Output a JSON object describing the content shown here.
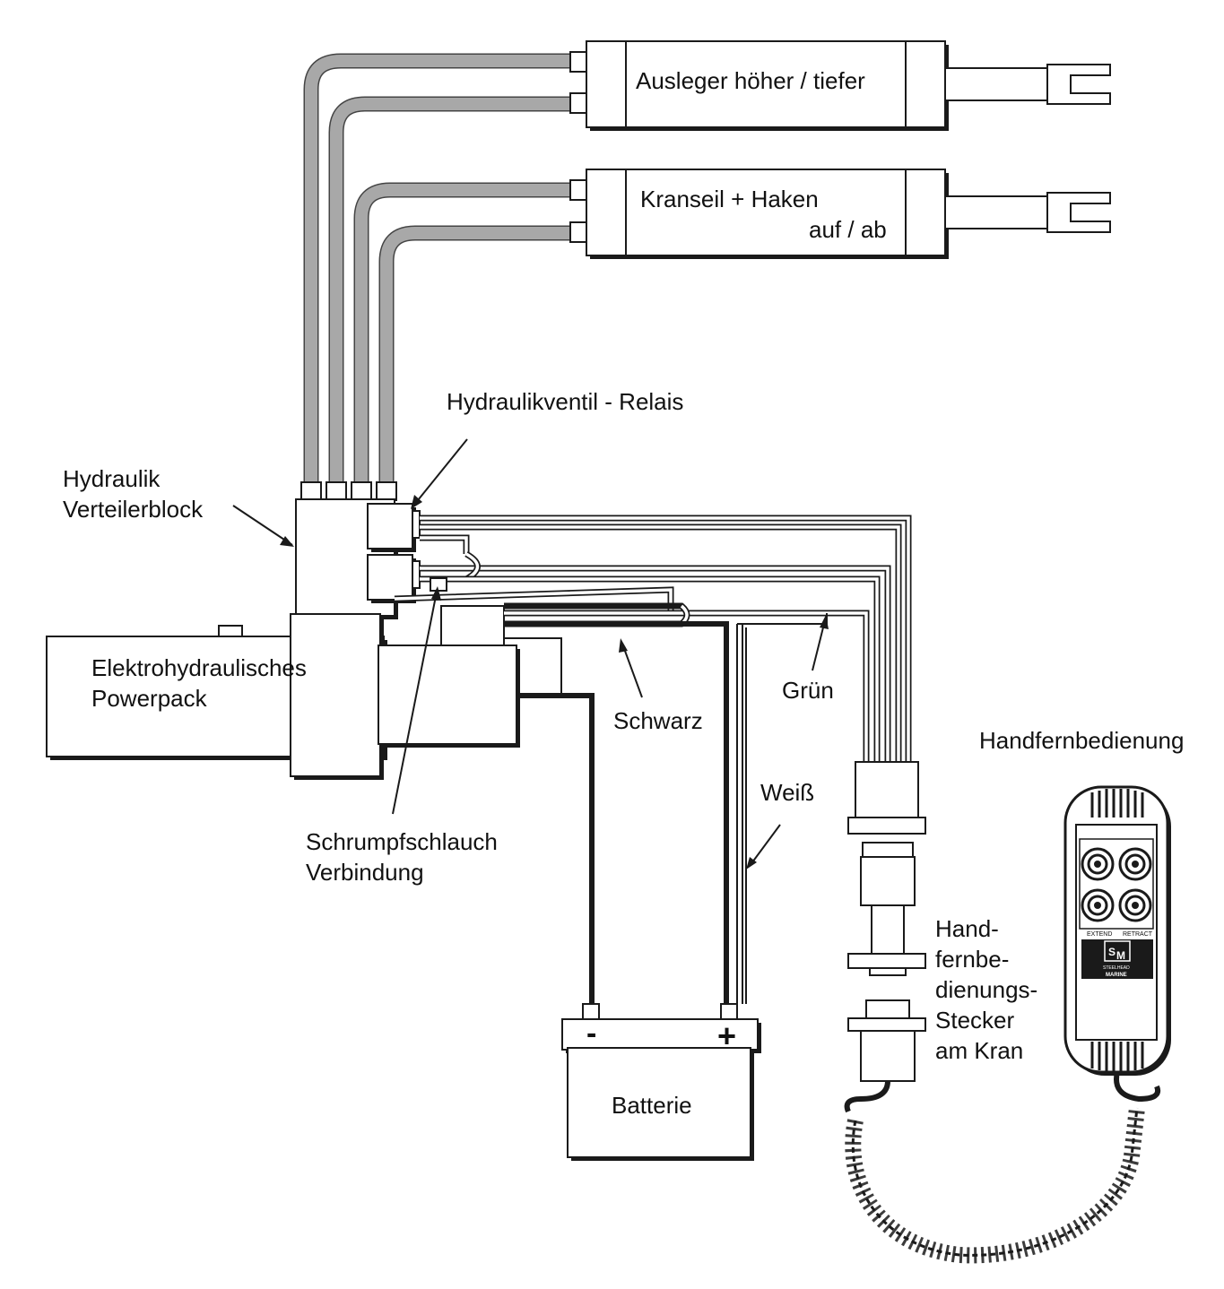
{
  "labels": {
    "boom_cylinder": "Ausleger höher / tiefer",
    "hoist_cylinder_line1": "Kranseil + Haken",
    "hoist_cylinder_line2": "auf / ab",
    "valve_relay": "Hydraulikventil - Relais",
    "manifold_line1": "Hydraulik",
    "manifold_line2": "Verteilerblock",
    "powerpack_line1": "Elektrohydraulisches",
    "powerpack_line2": "Powerpack",
    "black_wire": "Schwarz",
    "green_wire": "Grün",
    "white_wire": "Weiß",
    "heatshrink_line1": "Schrumpfschlauch",
    "heatshrink_line2": "Verbindung",
    "remote": "Handfernbedienung",
    "remote_plug_line1": "Hand-",
    "remote_plug_line2": "fernbe-",
    "remote_plug_line3": "dienungs-",
    "remote_plug_line4": "Stecker",
    "remote_plug_line5": "am Kran",
    "battery": "Batterie",
    "battery_minus": "-",
    "battery_plus": "+"
  },
  "remote_panel": {
    "extend": "EXTEND",
    "retract": "RETRACT",
    "brand_line1": "STEELHEAD",
    "brand_line2": "MARINE"
  },
  "colors": {
    "hose": "#a8a8a8",
    "line": "#1a1a1a",
    "remote_body": "#ffffff"
  }
}
